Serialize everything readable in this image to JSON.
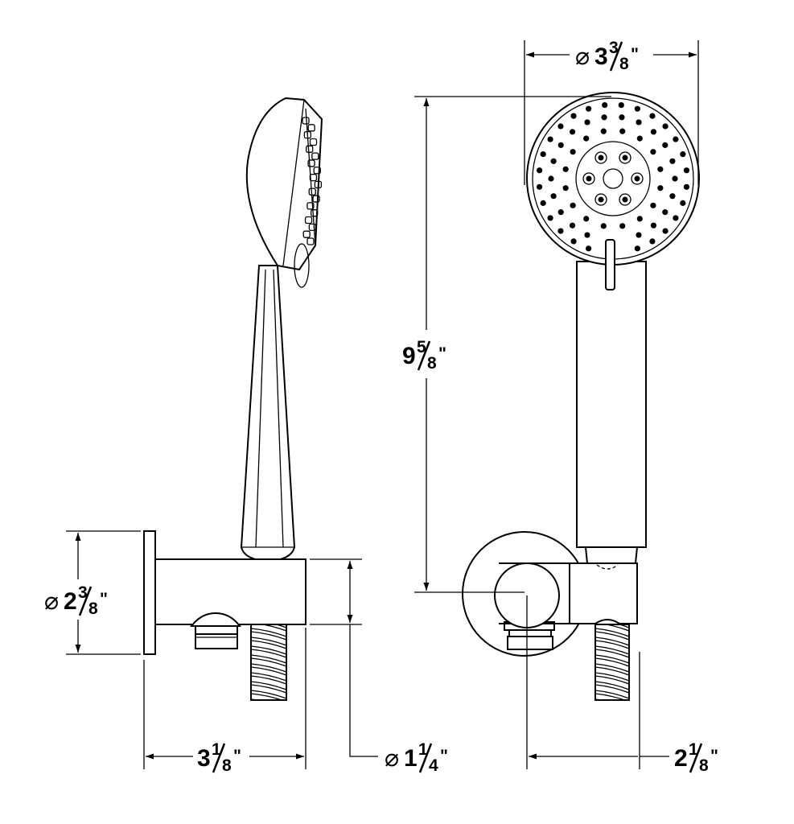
{
  "drawing": {
    "dimensions": {
      "head_diameter": {
        "prefix": "⌀",
        "whole": "3",
        "num": "3",
        "den": "8",
        "unit": "\""
      },
      "overall_height": {
        "prefix": "",
        "whole": "9",
        "num": "5",
        "den": "8",
        "unit": "\""
      },
      "flange_diameter": {
        "prefix": "⌀",
        "whole": "2",
        "num": "3",
        "den": "8",
        "unit": "\""
      },
      "projection_depth": {
        "prefix": "",
        "whole": "3",
        "num": "1",
        "den": "8",
        "unit": "\""
      },
      "arm_diameter": {
        "prefix": "⌀",
        "whole": "1",
        "num": "1",
        "den": "4",
        "unit": "\""
      },
      "holder_width": {
        "prefix": "",
        "whole": "2",
        "num": "1",
        "den": "8",
        "unit": "\""
      }
    }
  }
}
